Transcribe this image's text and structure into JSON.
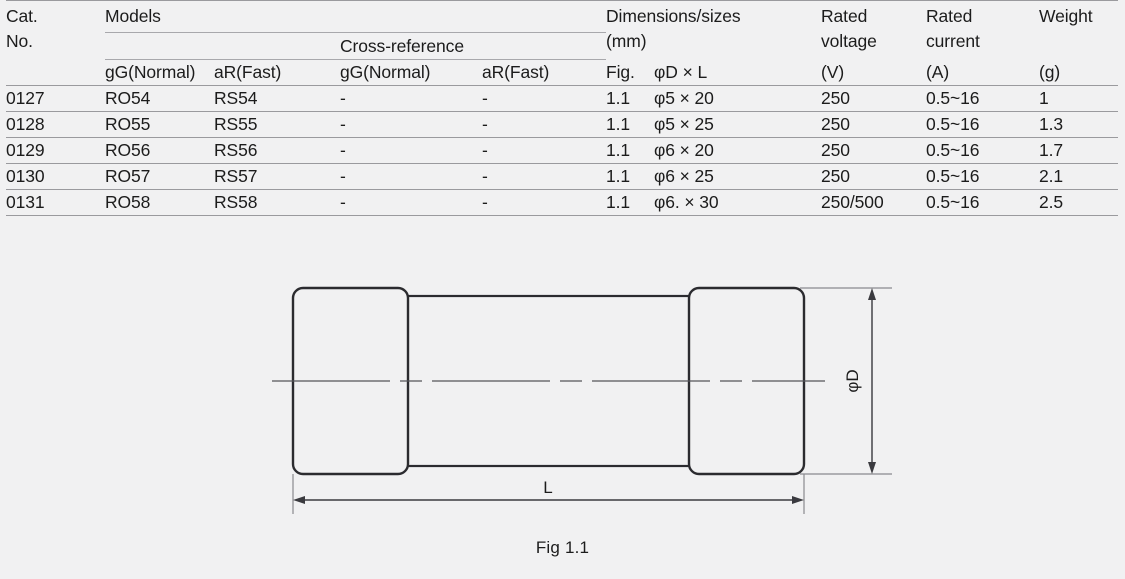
{
  "table": {
    "header": {
      "cat_no_line1": "Cat.",
      "cat_no_line2": "No.",
      "models_group": "Models",
      "cross_reference_group": "Cross-reference",
      "dimensions_line1": "Dimensions/sizes",
      "dimensions_line2": "(mm)",
      "rated_voltage_line1": "Rated",
      "rated_voltage_line2": "voltage",
      "rated_voltage_unit": "(V)",
      "rated_current_line1": "Rated",
      "rated_current_line2": "current",
      "rated_current_unit": "(A)",
      "weight_line1": "Weight",
      "weight_unit": "(g)",
      "sub": {
        "models_gg": "gG(Normal)",
        "models_ar": "aR(Fast)",
        "cross_gg": "gG(Normal)",
        "cross_ar": "aR(Fast)",
        "fig": "Fig.",
        "dia_len": "φD × L"
      }
    },
    "rows": [
      {
        "cat_no": "0127",
        "models_gg": "RO54",
        "models_ar": "RS54",
        "cross_gg": "-",
        "cross_ar": "-",
        "fig": "1.1",
        "dim": "φ5 × 20",
        "voltage": "250",
        "current": "0.5~16",
        "weight": "1"
      },
      {
        "cat_no": "0128",
        "models_gg": "RO55",
        "models_ar": "RS55",
        "cross_gg": "-",
        "cross_ar": "-",
        "fig": "1.1",
        "dim": "φ5 × 25",
        "voltage": "250",
        "current": "0.5~16",
        "weight": "1.3"
      },
      {
        "cat_no": "0129",
        "models_gg": "RO56",
        "models_ar": "RS56",
        "cross_gg": "-",
        "cross_ar": "-",
        "fig": "1.1",
        "dim": "φ6 × 20",
        "voltage": "250",
        "current": "0.5~16",
        "weight": "1.7"
      },
      {
        "cat_no": "0130",
        "models_gg": "RO57",
        "models_ar": "RS57",
        "cross_gg": "-",
        "cross_ar": "-",
        "fig": "1.1",
        "dim": "φ6 × 25",
        "voltage": "250",
        "current": "0.5~16",
        "weight": "2.1"
      },
      {
        "cat_no": "0131",
        "models_gg": "RO58",
        "models_ar": "RS58",
        "cross_gg": "-",
        "cross_ar": "-",
        "fig": "1.1",
        "dim": "φ6. × 30",
        "voltage": "250/500",
        "current": "0.5~16",
        "weight": "2.5"
      }
    ]
  },
  "figure": {
    "caption": "Fig 1.1",
    "length_label": "L",
    "diameter_label": "φD"
  },
  "colors": {
    "background": "#f1f1f2",
    "text": "#1c1c1c",
    "rule": "#9a9a9e",
    "outline": "#2b2b2f",
    "dimension_line": "#55555a"
  }
}
